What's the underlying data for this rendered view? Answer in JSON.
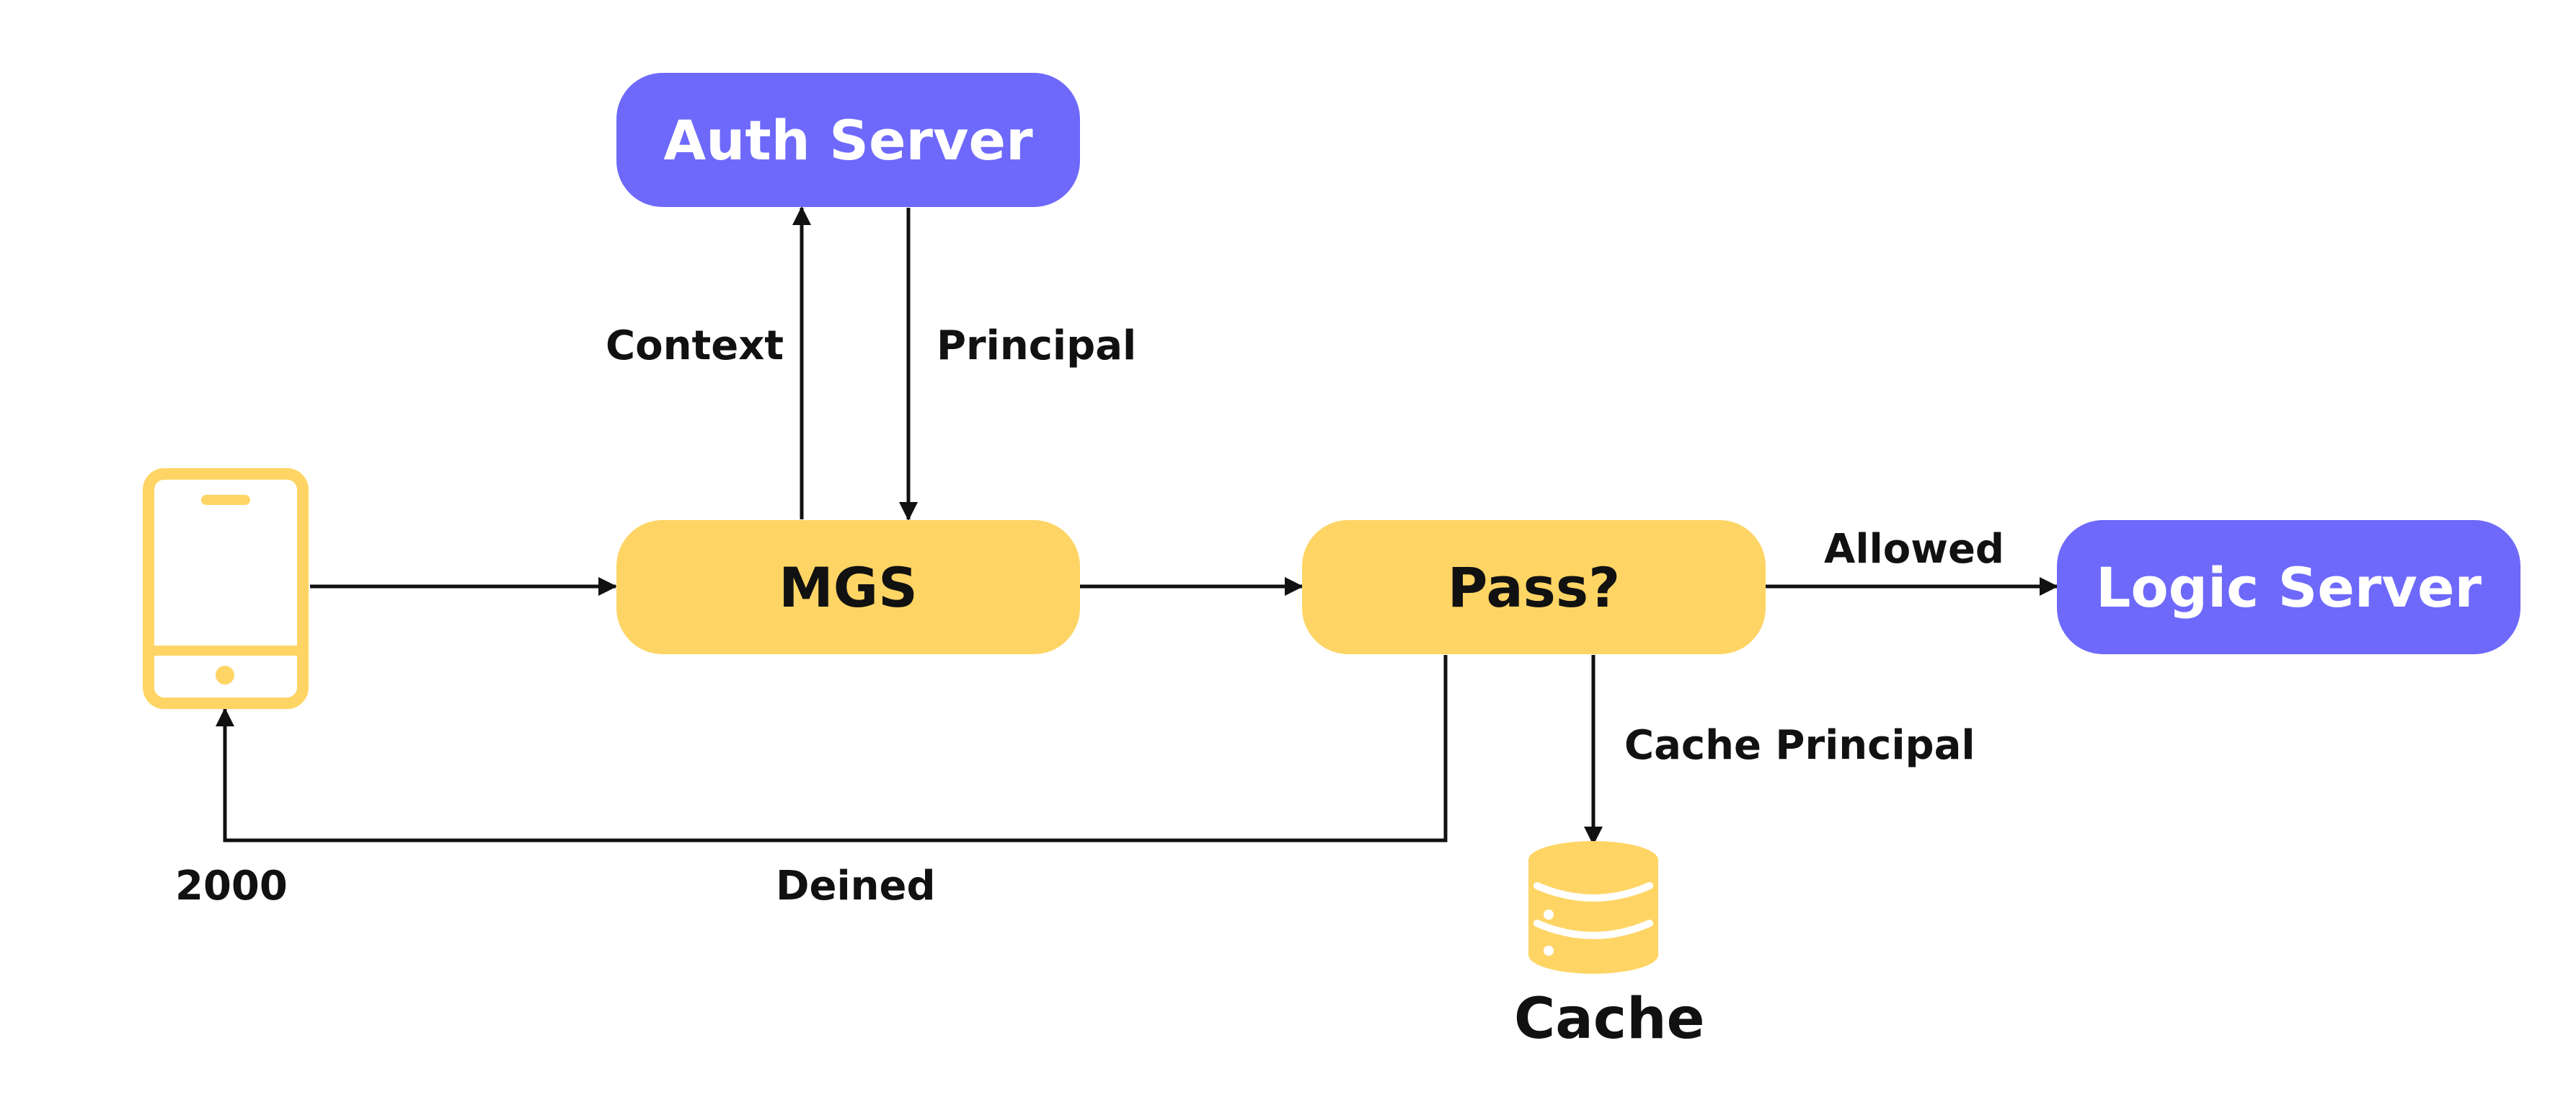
{
  "nodes": {
    "auth_server": "Auth Server",
    "mgs": "MGS",
    "pass": "Pass?",
    "logic_server": "Logic Server",
    "cache": "Cache"
  },
  "edges": {
    "context": "Context",
    "principal": "Principal",
    "allowed": "Allowed",
    "cache_principal": "Cache Principal",
    "denied": "Deined",
    "status_code": "2000"
  },
  "icons": {
    "client": "mobile-phone-icon",
    "store": "database-icon"
  },
  "colors": {
    "purple": "#6e69fb",
    "yellow": "#fed565",
    "line": "#111111"
  }
}
